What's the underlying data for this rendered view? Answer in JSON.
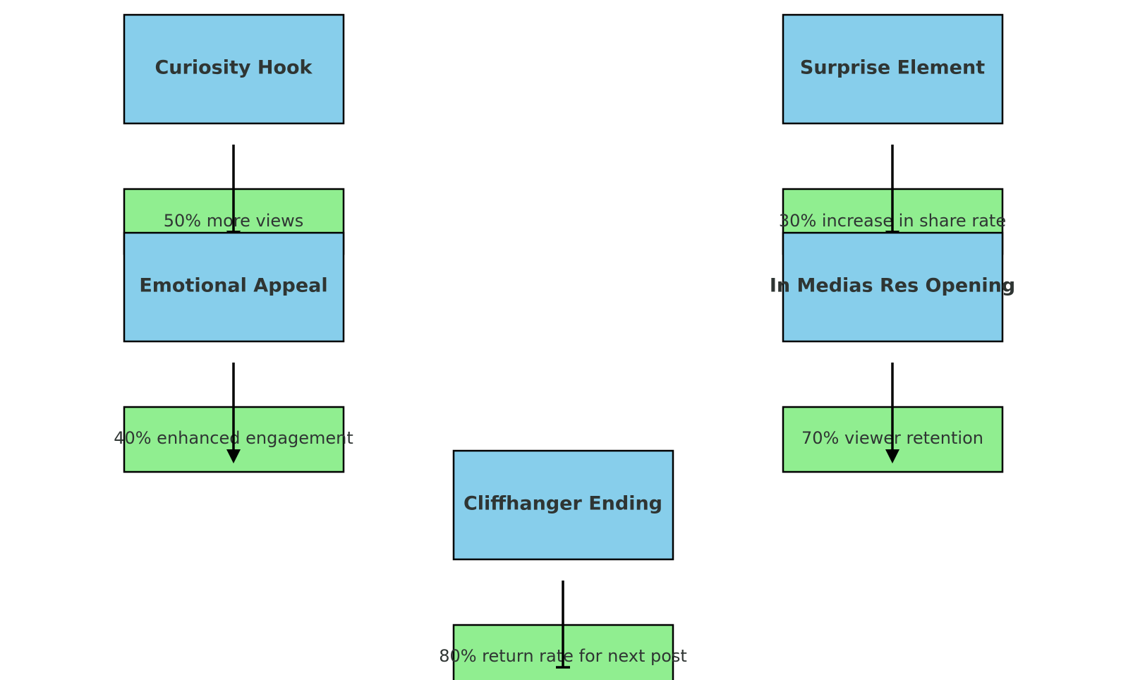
{
  "diagram": {
    "strategies": [
      {
        "label": "Curiosity Hook",
        "effect": "50% more views"
      },
      {
        "label": "Surprise Element",
        "effect": "30% increase in share rate"
      },
      {
        "label": "Emotional Appeal",
        "effect": "40% enhanced engagement"
      },
      {
        "label": "In Medias Res Opening",
        "effect": "70% viewer retention"
      },
      {
        "label": "Cliffhanger Ending",
        "effect": "80% return rate for next post"
      }
    ],
    "colors": {
      "strategy_fill": "#87ceeb",
      "effect_fill": "#90ee90",
      "border": "#000000",
      "text": "#2f3533"
    }
  }
}
